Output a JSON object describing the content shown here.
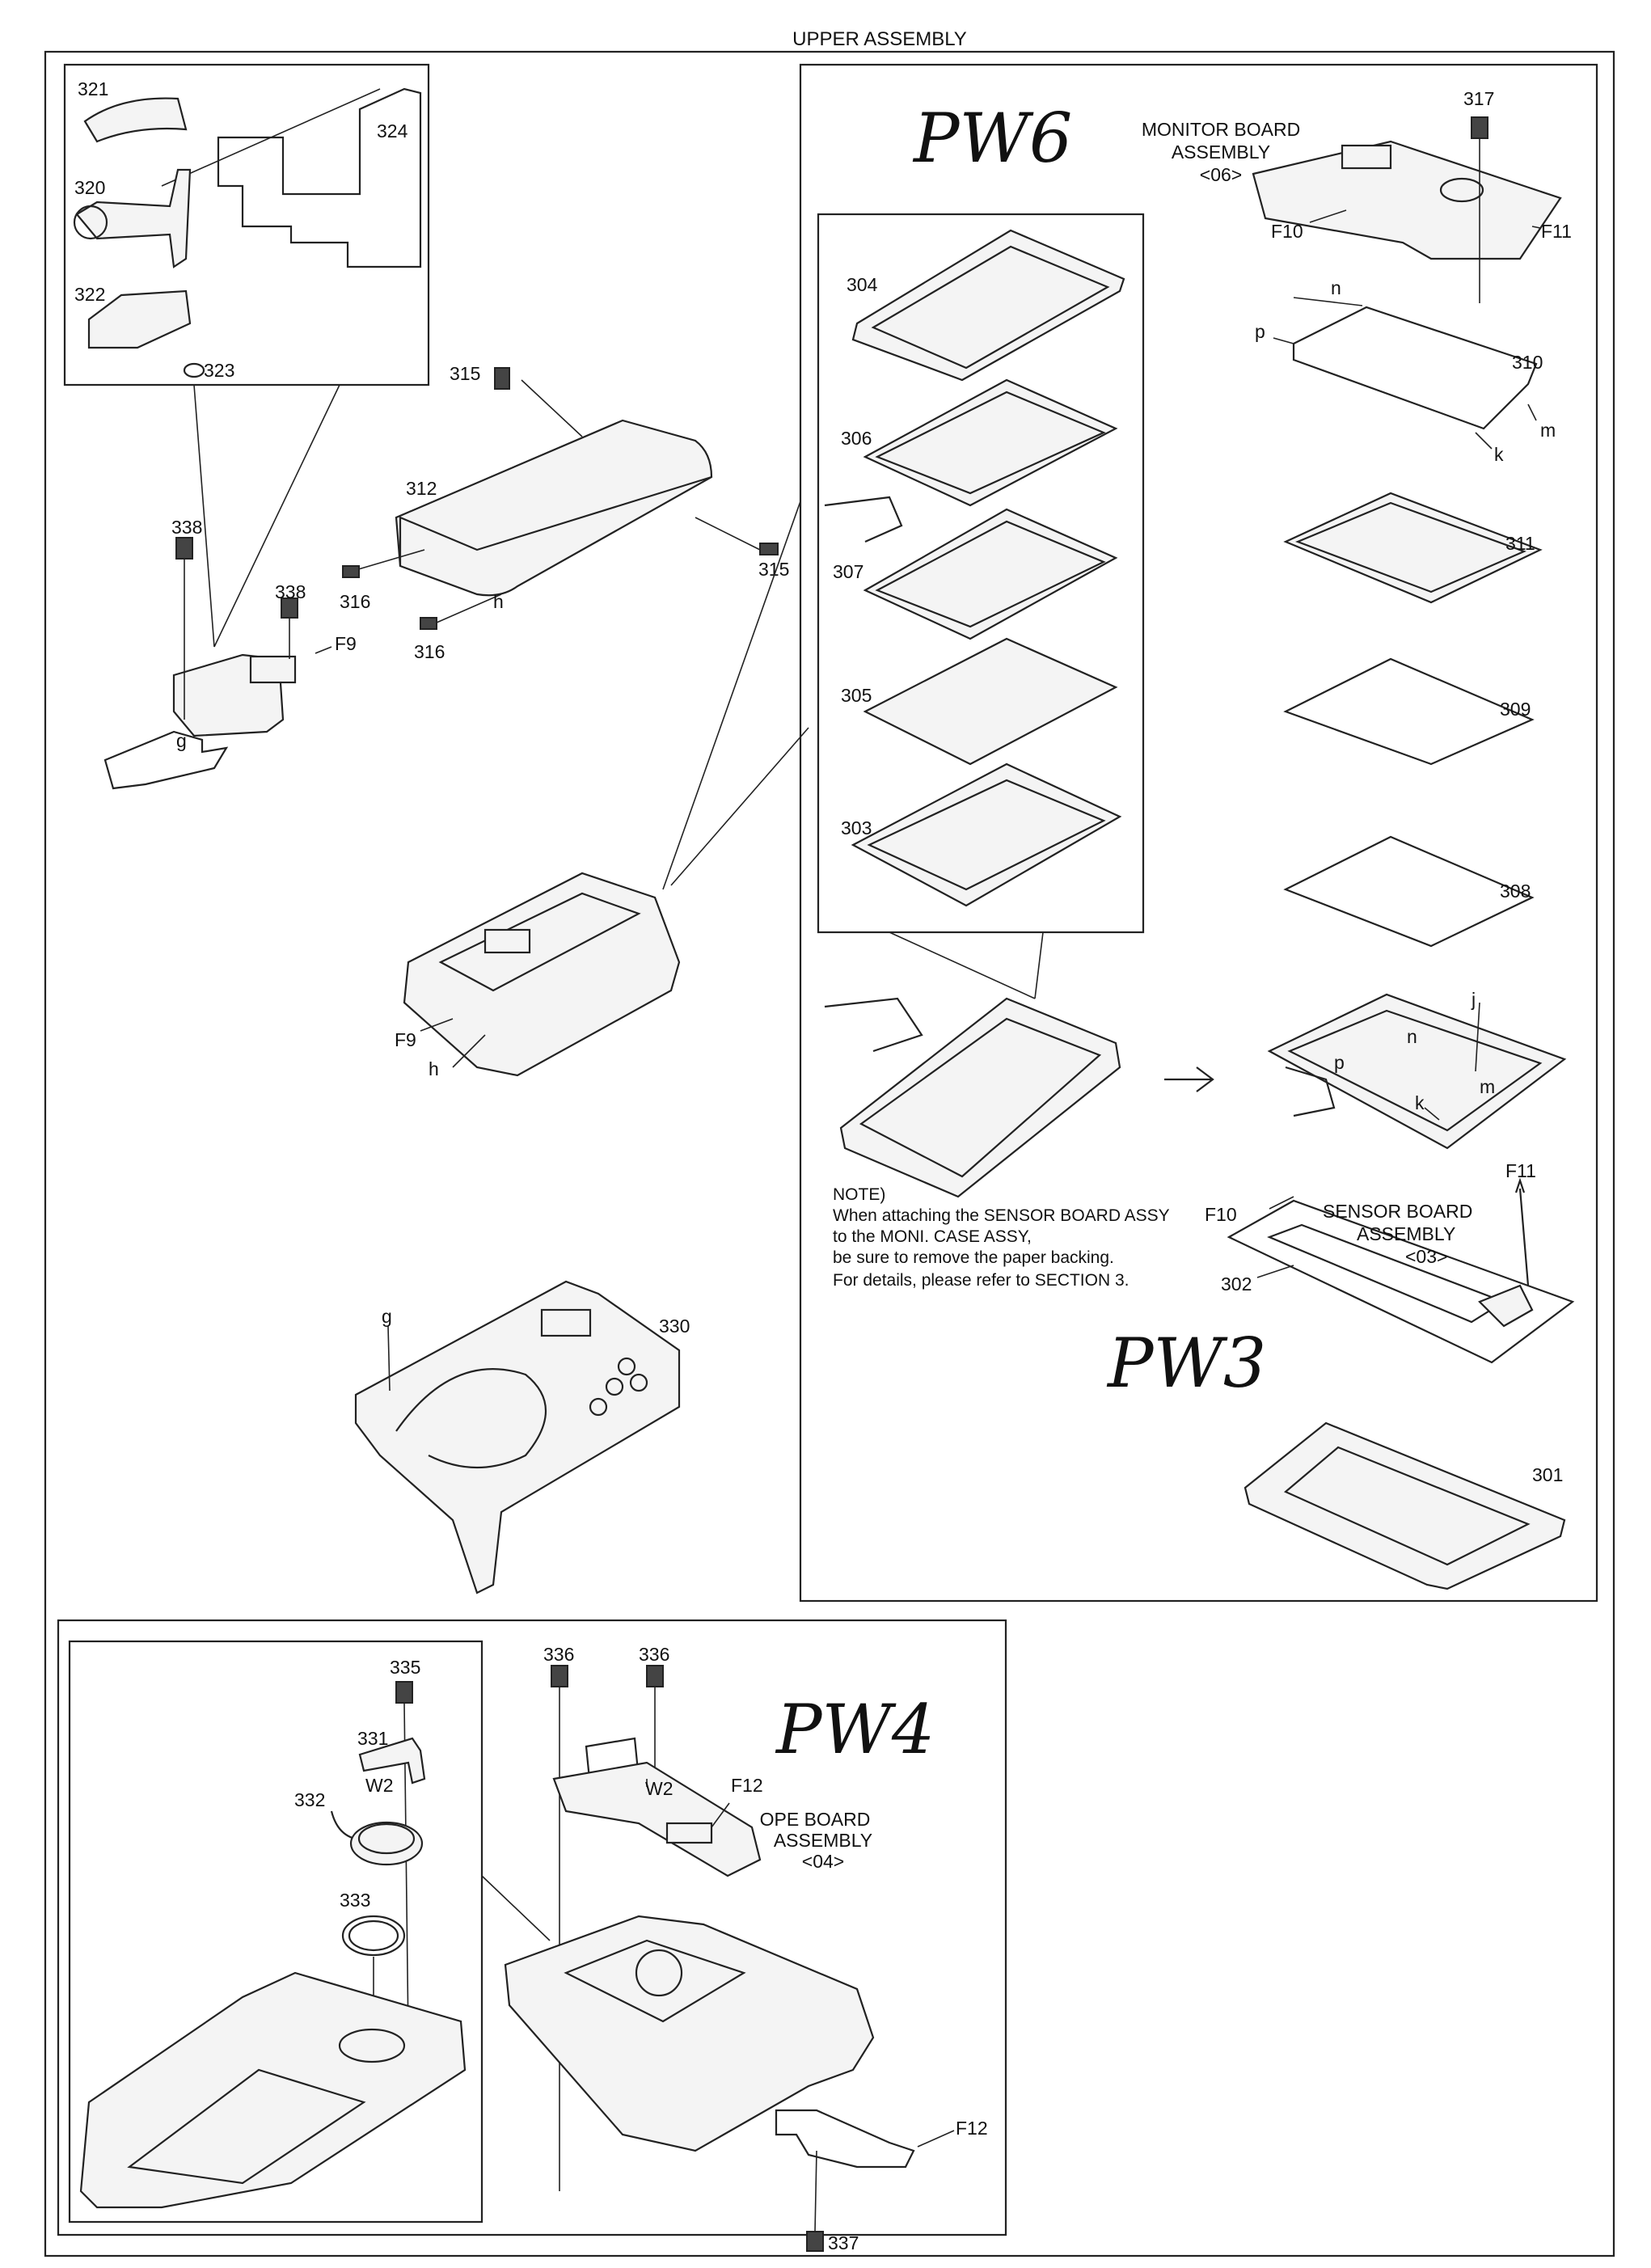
{
  "title": "UPPER ASSEMBLY",
  "handwritten": [
    "PW6",
    "PW3",
    "PW4"
  ],
  "assemblies": {
    "monitor_board": [
      "MONITOR BOARD",
      "ASSEMBLY",
      "<06>"
    ],
    "sensor_board": [
      "SENSOR BOARD",
      "ASSEMBLY",
      "<03>"
    ],
    "ope_board": [
      "OPE BOARD",
      "ASSEMBLY",
      "<04>"
    ]
  },
  "note": [
    "NOTE)",
    "When attaching the SENSOR BOARD ASSY",
    "to the MONI. CASE ASSY,",
    "be sure to remove the paper backing.",
    "For details, please refer to SECTION 3."
  ],
  "labels": {
    "p321": "321",
    "p320": "320",
    "p324": "324",
    "p322": "322",
    "p323": "323",
    "p315a": "315",
    "p315b": "315",
    "p312": "312",
    "p316a": "316",
    "p316b": "316",
    "p338a": "338",
    "p338b": "338",
    "F9a": "F9",
    "F9b": "F9",
    "ga": "g",
    "gb": "g",
    "ha": "h",
    "hb": "h",
    "p304": "304",
    "p306": "306",
    "p307": "307",
    "p305": "305",
    "p303": "303",
    "p317": "317",
    "F10a": "F10",
    "F11a": "F11",
    "na": "n",
    "pa": "p",
    "p310": "310",
    "ma": "m",
    "ka": "k",
    "p311": "311",
    "p309": "309",
    "p308": "308",
    "ja": "j",
    "nb": "n",
    "pb": "p",
    "mb": "m",
    "kb": "k",
    "F10b": "F10",
    "F11b": "F11",
    "p302": "302",
    "p301": "301",
    "p330": "330",
    "p335": "335",
    "p331": "331",
    "p332": "332",
    "W2a": "W2",
    "p333": "333",
    "p336a": "336",
    "p336b": "336",
    "W2b": "W2",
    "F12a": "F12",
    "F12b": "F12",
    "p337": "337"
  }
}
